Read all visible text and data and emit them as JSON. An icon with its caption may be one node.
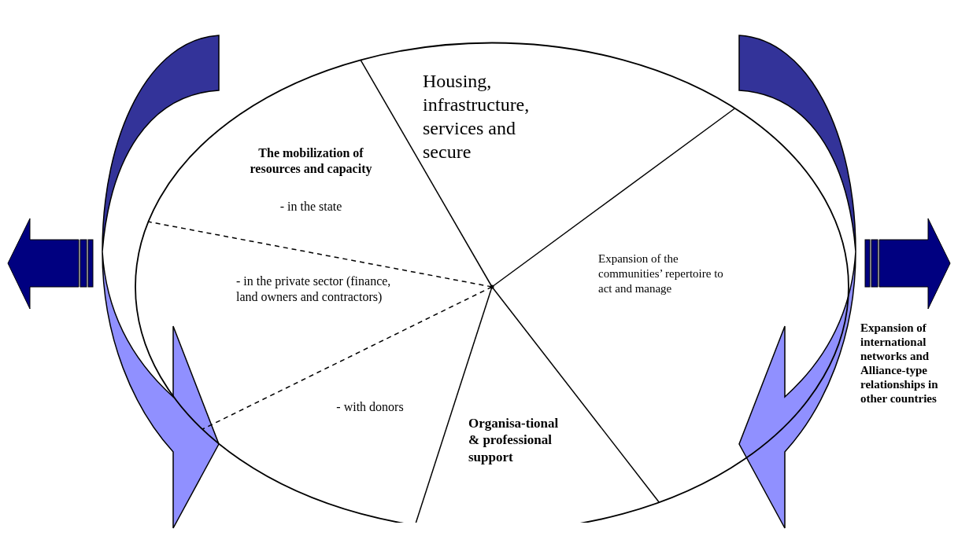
{
  "diagram": {
    "nodes": [
      {
        "text": [],
        "shape": "circle"
      },
      {
        "text": [
          "Housing, infrastructure, services and secure"
        ],
        "in": 0
      },
      {
        "text": [
          "The mobilization of resources and capacity",
          "- in the state"
        ],
        "in": 0
      },
      {
        "text": [
          "- in the private sector (finance, land owners and contractors)"
        ],
        "in": 0
      },
      {
        "text": [
          "- with donors"
        ],
        "in": 0
      },
      {
        "text": [
          "Organisa-tional & professional support"
        ],
        "in": 0
      },
      {
        "text": [
          "Expansion of the communities’ repertoire to act and manage"
        ],
        "in": 0
      }
    ],
    "labels": [
      "Expansion of international networks and Alliance-type relationships in other countries"
    ]
  }
}
